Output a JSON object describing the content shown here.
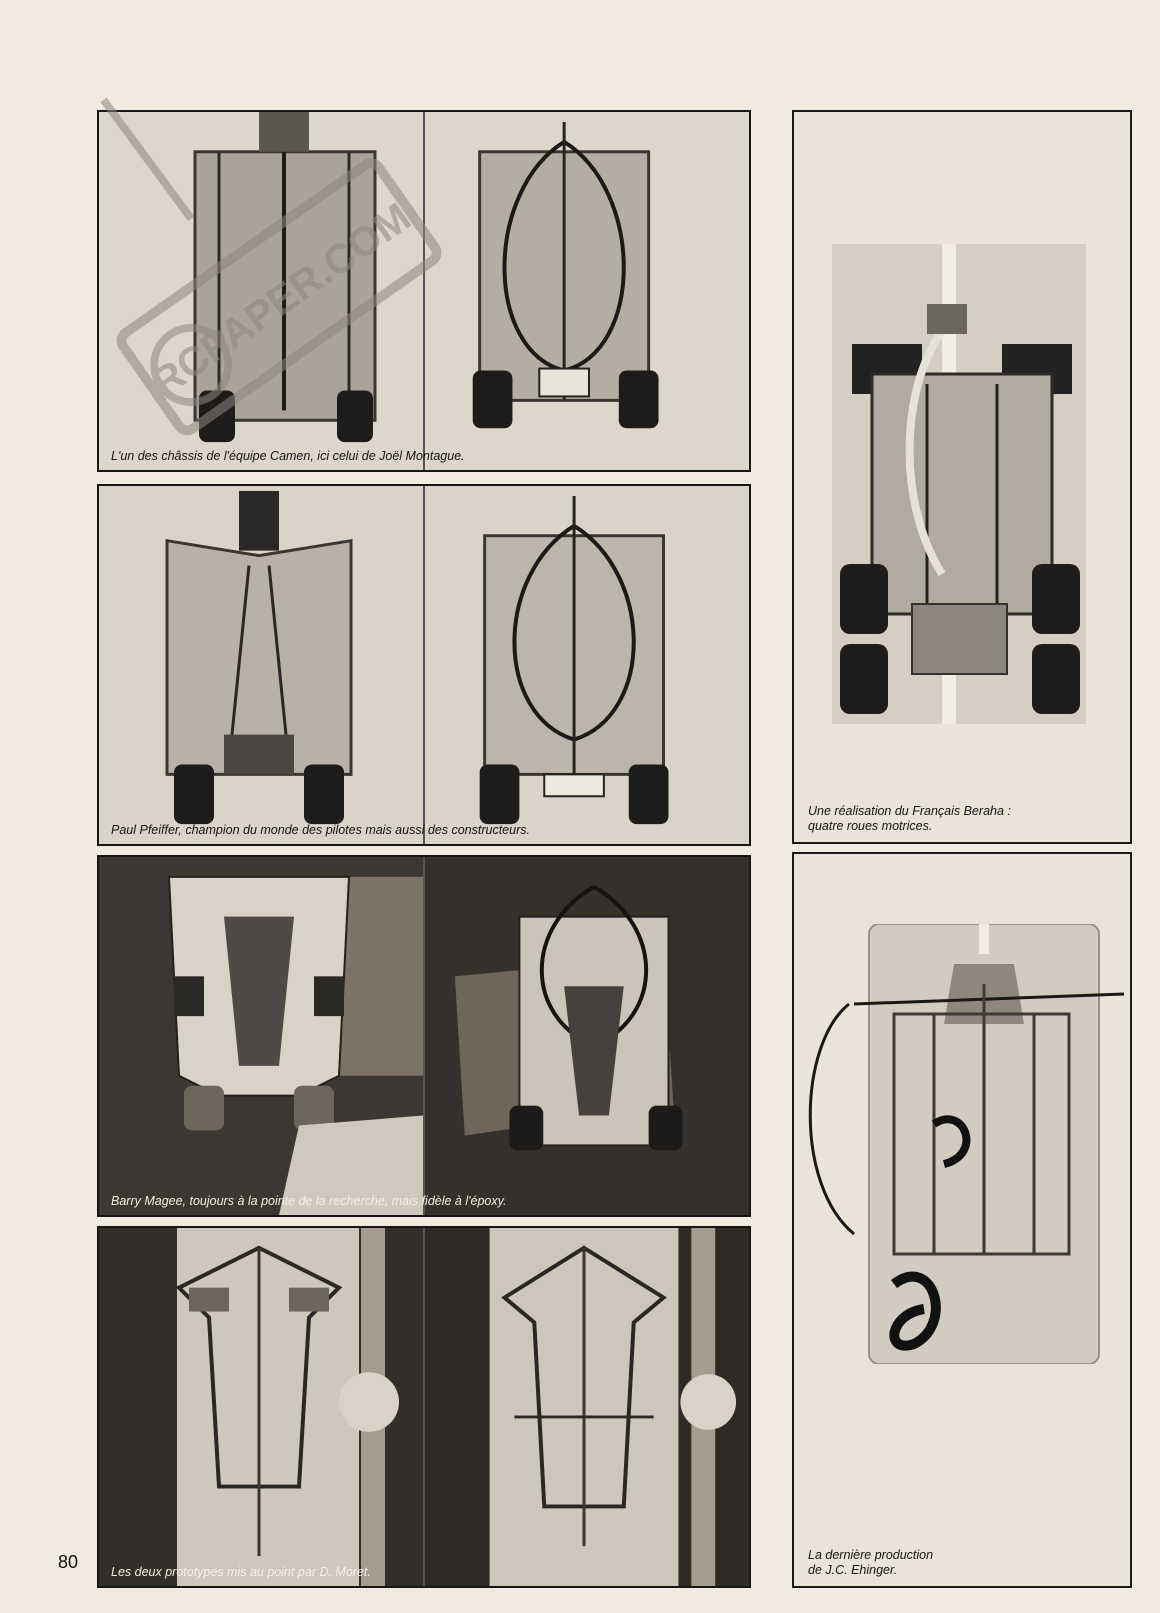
{
  "page_number": "80",
  "watermark": {
    "text": "RCPAPER.COM"
  },
  "panels": [
    {
      "id": "montague",
      "caption": "L'un des châssis de l'équipe Camen, ici celui de Joël Montague."
    },
    {
      "id": "pfeiffer",
      "caption": "Paul Pfeiffer, champion du monde des pilotes mais aussi des constructeurs."
    },
    {
      "id": "magee",
      "caption": "Barry Magee, toujours à la pointe de la recherche, mais fidèle à l'époxy."
    },
    {
      "id": "moret",
      "caption": "Les deux prototypes mis au point par D. Moret."
    }
  ],
  "side_panels": [
    {
      "id": "beraha",
      "caption_lines": [
        "Une réalisation du Français Beraha :",
        "quatre roues motrices."
      ]
    },
    {
      "id": "ehinger",
      "caption_lines": [
        "La dernière production",
        "de J.C. Ehinger."
      ]
    }
  ]
}
